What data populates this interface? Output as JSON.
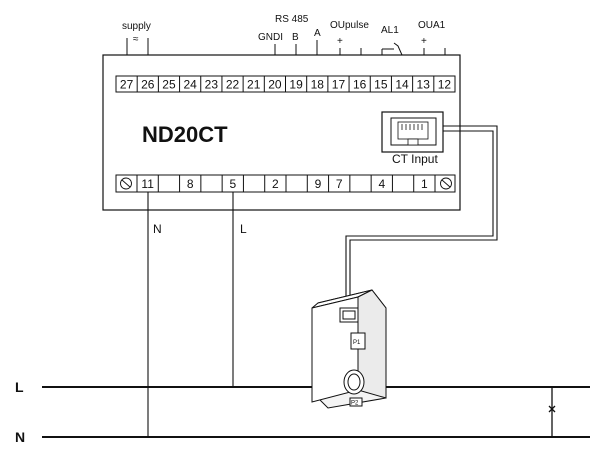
{
  "device": {
    "model": "ND20CT",
    "ct_input_label": "CT Input"
  },
  "top_labels": {
    "supply": "supply",
    "supply_symbol": "≈",
    "rs485": "RS 485",
    "gndi": "GNDI",
    "b": "B",
    "a": "A",
    "oupulse": "OUpulse",
    "al1": "AL1",
    "oua1": "OUA1",
    "plus_oupulse": "+",
    "plus_oua1": "+"
  },
  "top_terminals": [
    "27",
    "26",
    "25",
    "24",
    "23",
    "22",
    "21",
    "20",
    "19",
    "18",
    "17",
    "16",
    "15",
    "14",
    "13",
    "12"
  ],
  "bottom_terminals": [
    "11",
    "",
    "8",
    "",
    "5",
    "",
    "2",
    "",
    "9",
    "7",
    "",
    "4",
    "",
    "1"
  ],
  "wires": {
    "n_label": "N",
    "l_label": "L"
  },
  "lines": {
    "l": "L",
    "n": "N"
  },
  "transformer": {
    "p1_label": "P1",
    "p2_label": "P2"
  }
}
